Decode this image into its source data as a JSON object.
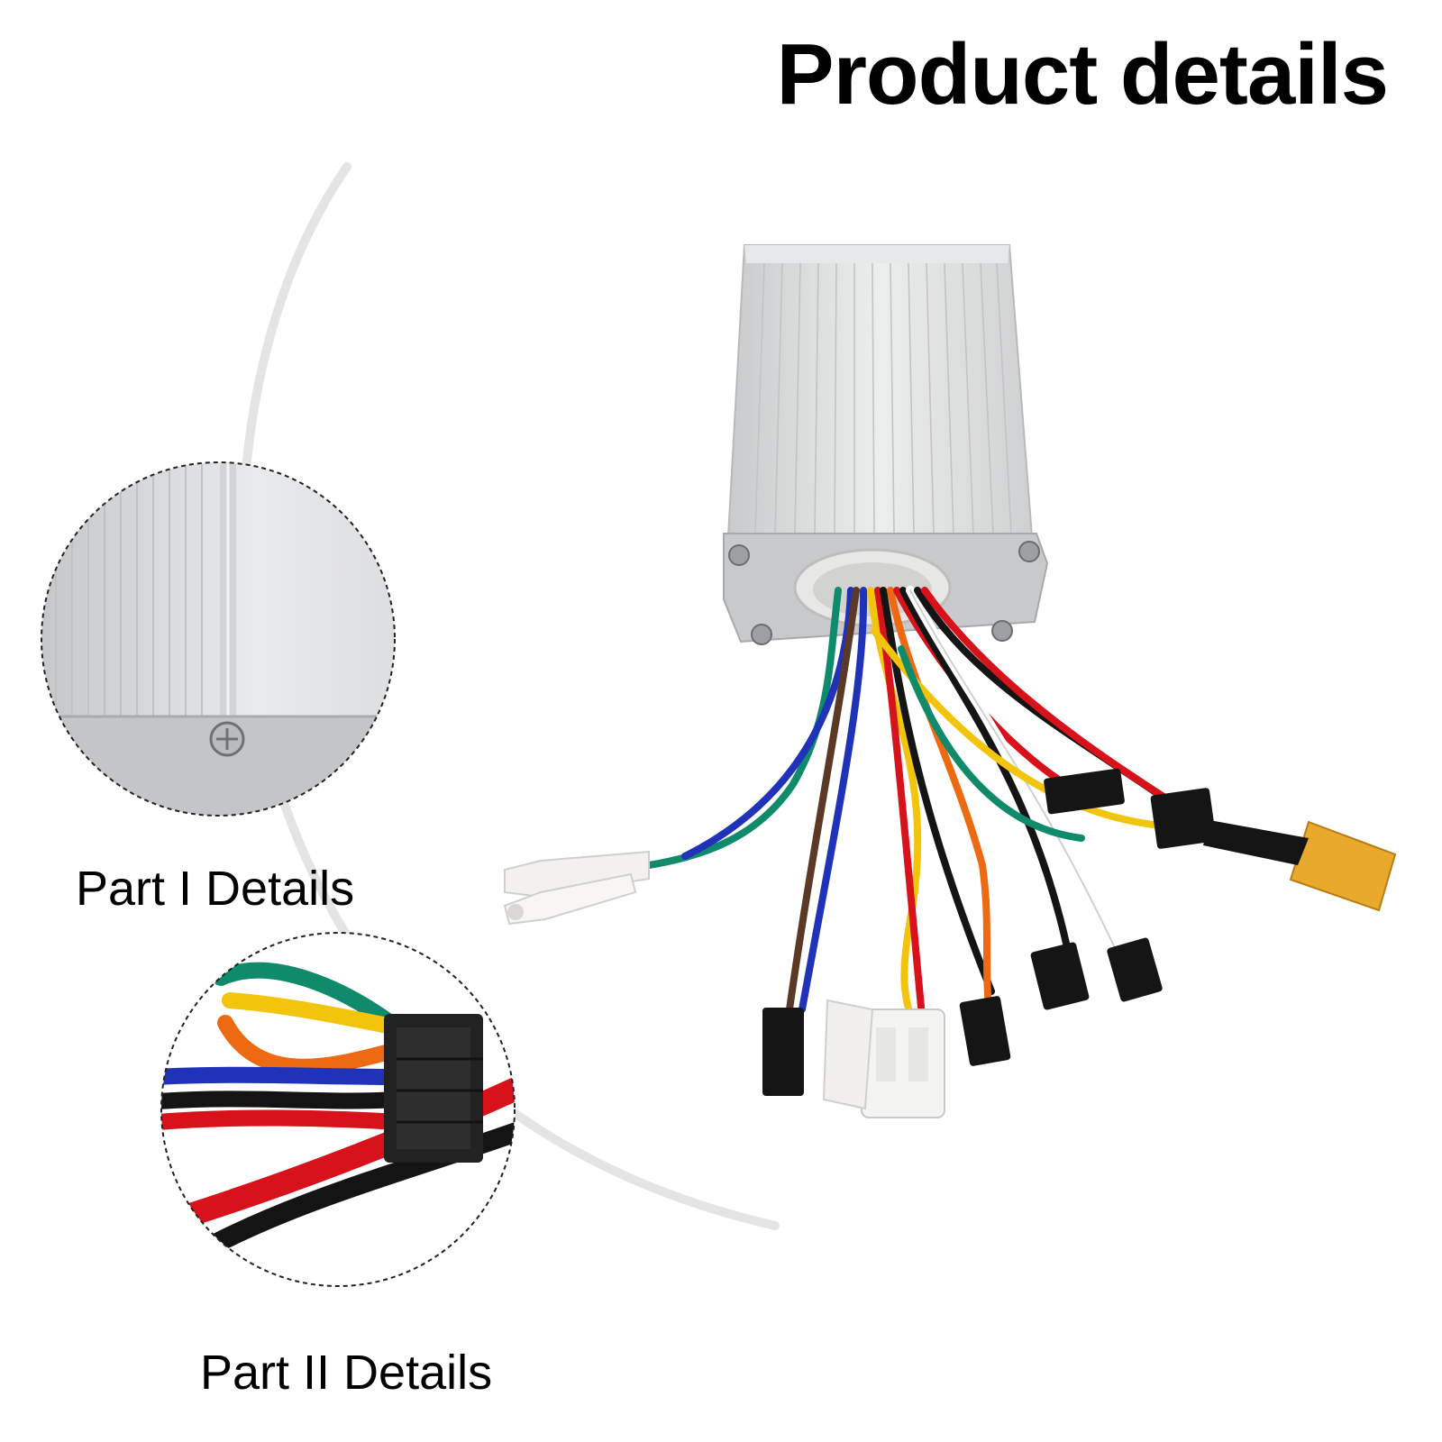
{
  "title": "Product details",
  "details": [
    {
      "label": "Part I Details"
    },
    {
      "label": "Part II Details"
    }
  ],
  "colors": {
    "text": "#000000",
    "background": "#ffffff",
    "housing": "#d9dadb",
    "wire_red": "#d8121a",
    "wire_black": "#141414",
    "wire_green": "#0f8a6a",
    "wire_blue": "#2033b8",
    "wire_yellow": "#f2c40c",
    "wire_orange": "#ee6a12",
    "wire_brown": "#5a3a26",
    "xt60_connector": "#e8a92c"
  }
}
